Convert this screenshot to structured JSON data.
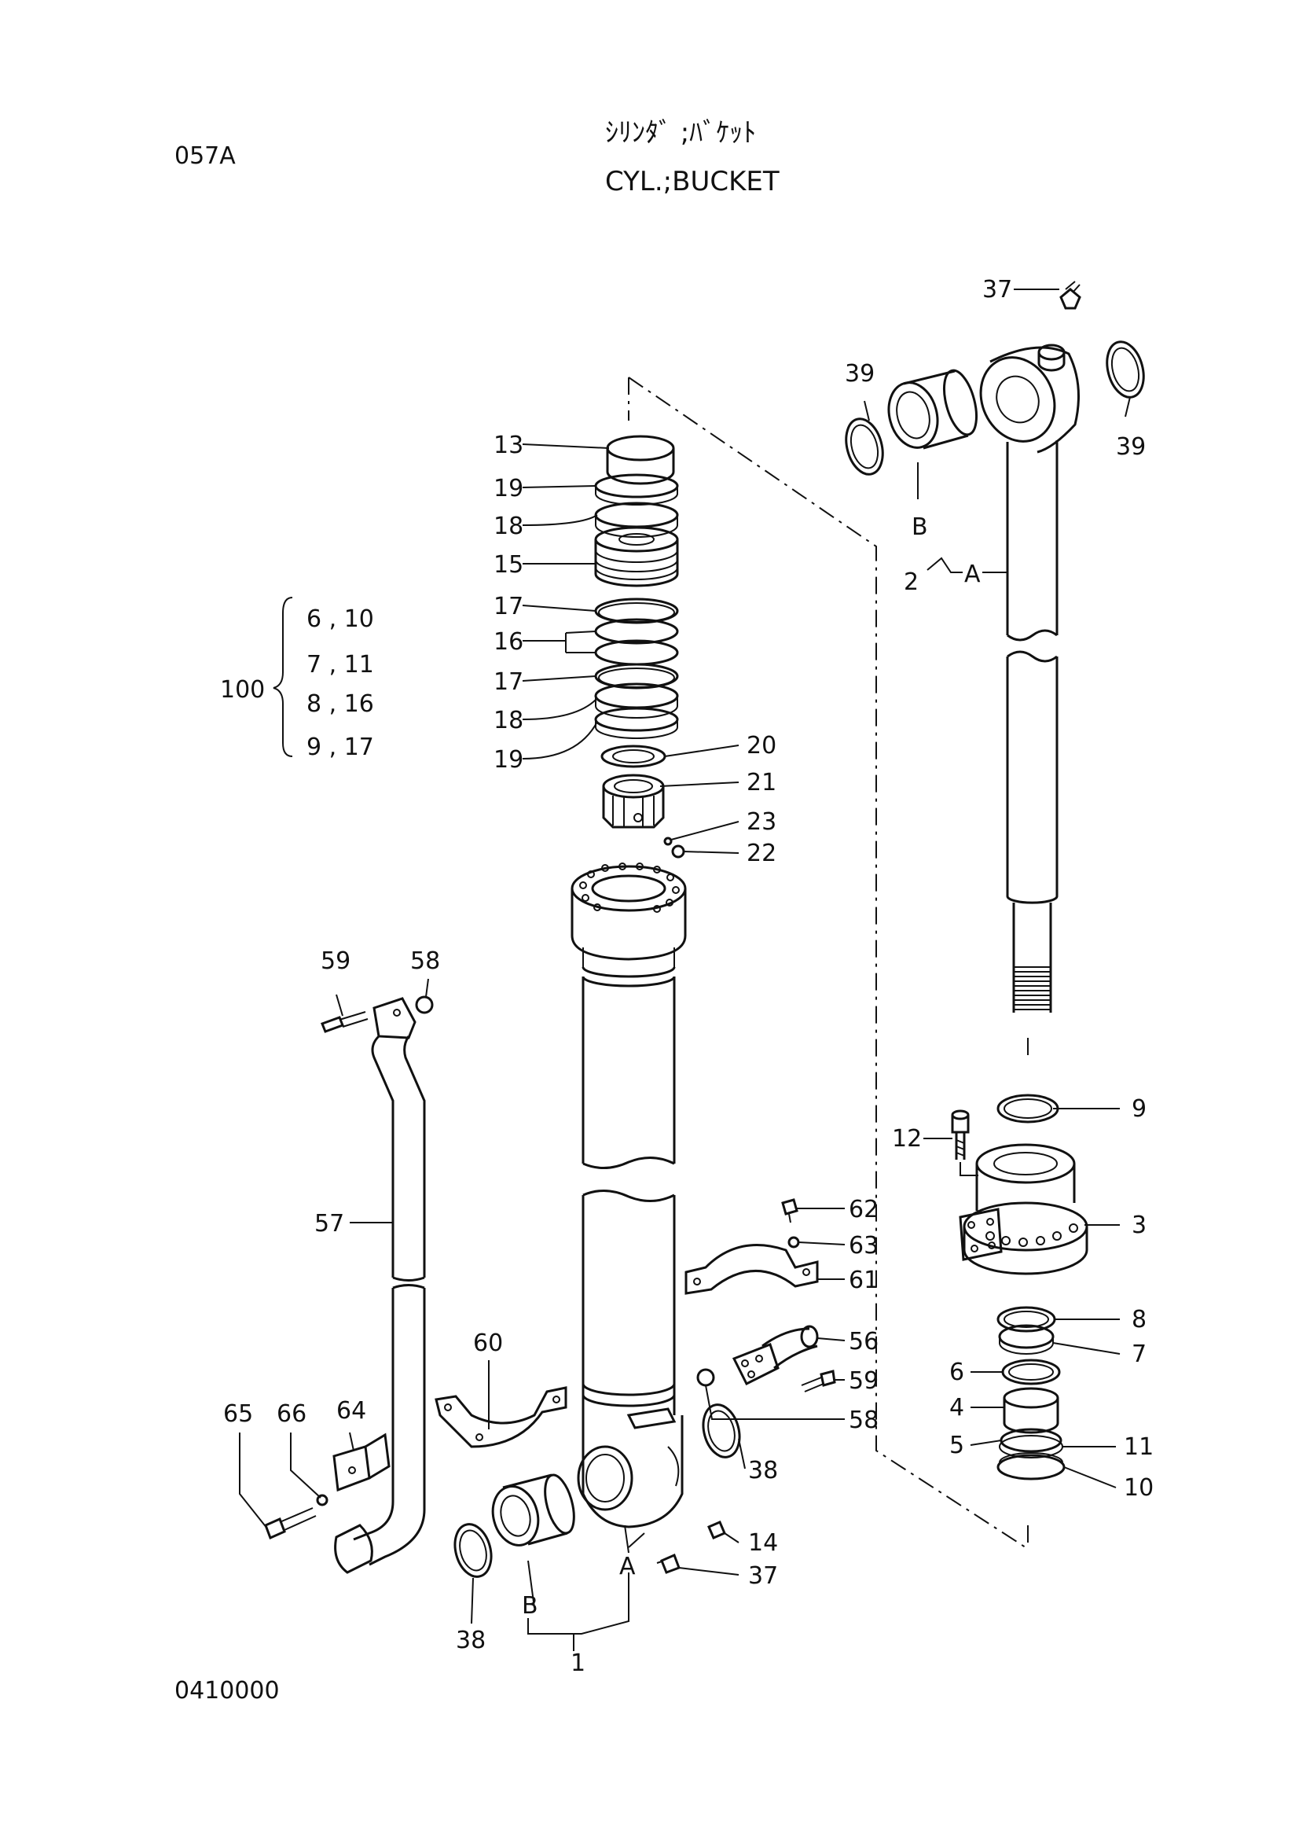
{
  "header": {
    "page_code": "057A",
    "title_jp": "ｼﾘﾝﾀﾞ ;ﾊﾞｹｯﾄ",
    "title_en": "CYL.;BUCKET",
    "doc_number": "0410000"
  },
  "kit": {
    "number": "100",
    "rows": [
      "6 , 10",
      "7 , 11",
      "8 , 16",
      "9 , 17"
    ]
  },
  "callouts": {
    "c1": "1",
    "c2": "2",
    "c3": "3",
    "c4": "4",
    "c5": "5",
    "c6": "6",
    "c7": "7",
    "c8": "8",
    "c9": "9",
    "c10": "10",
    "c11": "11",
    "c12": "12",
    "c13": "13",
    "c14": "14",
    "c15": "15",
    "c16": "16",
    "c17a": "17",
    "c17b": "17",
    "c18a": "18",
    "c18b": "18",
    "c19a": "19",
    "c19b": "19",
    "c20": "20",
    "c21": "21",
    "c22": "22",
    "c23": "23",
    "c37a": "37",
    "c37b": "37",
    "c38a": "38",
    "c38b": "38",
    "c39a": "39",
    "c39b": "39",
    "c56": "56",
    "c57": "57",
    "c58a": "58",
    "c58b": "58",
    "c59a": "59",
    "c59b": "59",
    "c60": "60",
    "c61": "61",
    "c62": "62",
    "c63": "63",
    "c64": "64",
    "c65": "65",
    "c66": "66",
    "rodA": "A",
    "rodB": "B",
    "tubeA": "A",
    "tubeB": "B"
  }
}
